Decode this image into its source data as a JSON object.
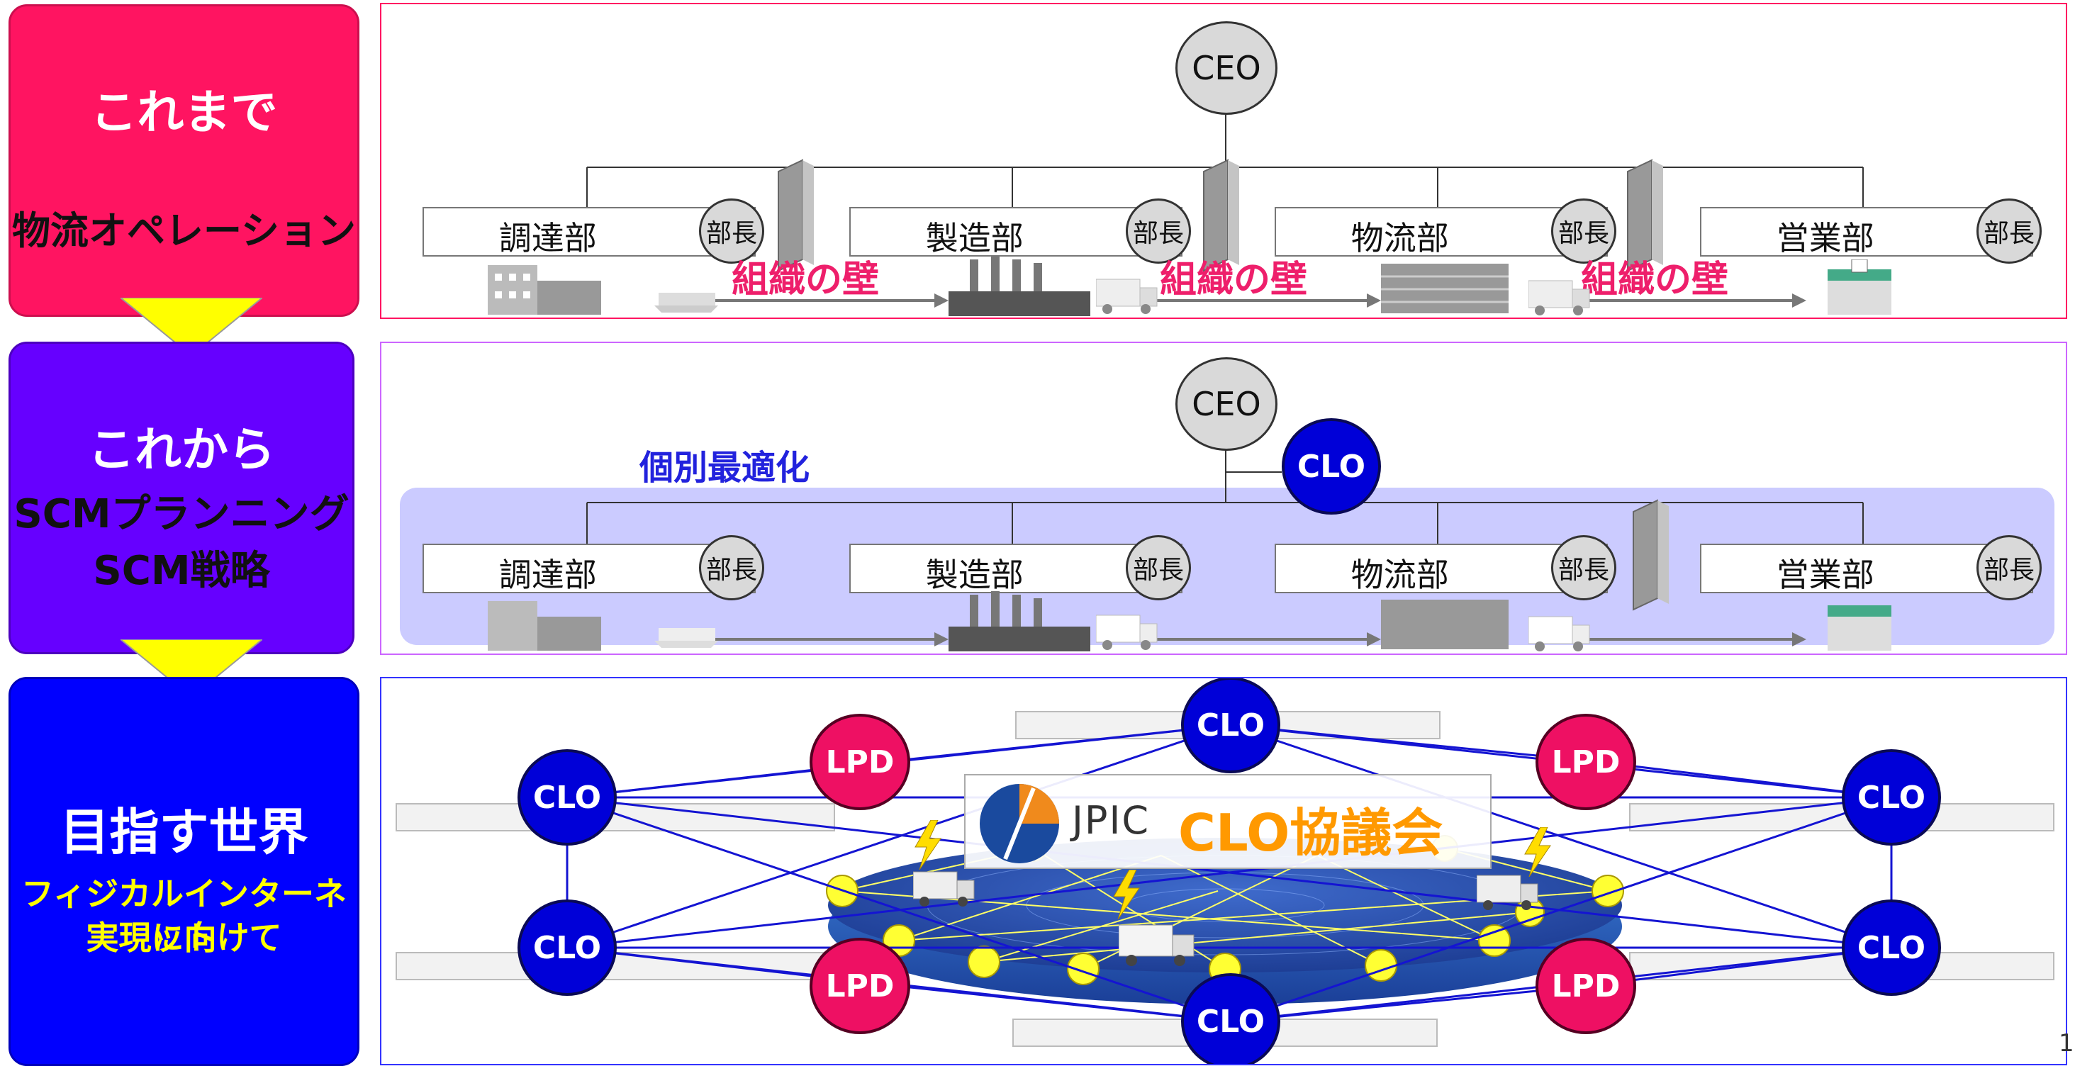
{
  "stages": {
    "past": {
      "title": "これまで",
      "subtitle": "物流オペレーション",
      "color": "#ff1461"
    },
    "future": {
      "title": "これから",
      "subtitle1": "SCMプランニング",
      "subtitle2": "SCM戦略",
      "color": "#6600ff"
    },
    "goal": {
      "title": "目指す世界",
      "subtitle1": "フィジカルインターネット",
      "subtitle2": "実現に向けて",
      "color": "#0000ff"
    }
  },
  "org": {
    "ceo": "CEO",
    "clo": "CLO",
    "chief": "部長",
    "depts": [
      "調達部",
      "製造部",
      "物流部",
      "営業部"
    ],
    "wall": "組織の壁",
    "optimization": "個別最適化"
  },
  "network": {
    "clo": "CLO",
    "lpd": "LPD",
    "brand": "JPIC",
    "council": "CLO協議会"
  },
  "page_number": "1",
  "colors": {
    "accent_pink": "#ff1461",
    "accent_purple": "#6600ff",
    "accent_blue": "#0000ff",
    "council_orange": "#ff9900"
  }
}
